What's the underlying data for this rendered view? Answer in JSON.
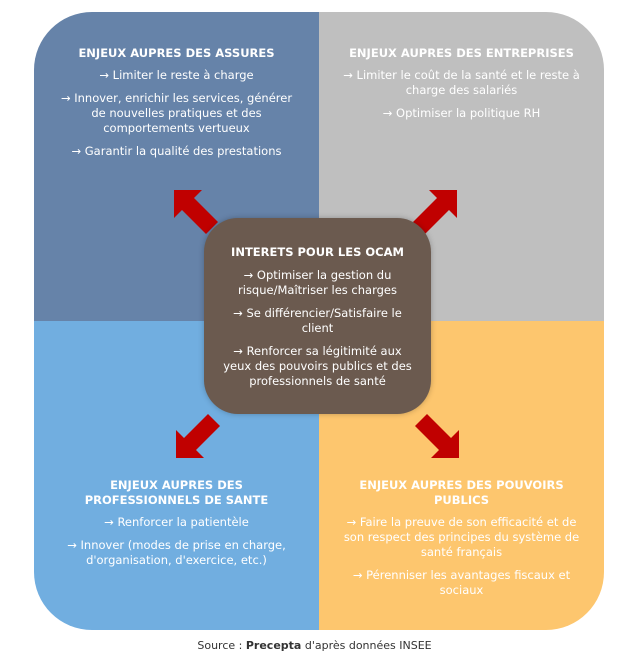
{
  "quadrants": {
    "assures": {
      "title": "ENJEUX AUPRES DES ASSURES",
      "items": [
        "→ Limiter le reste à charge",
        "→ Innover, enrichir les services, générer de nouvelles pratiques et des comportements vertueux",
        "→ Garantir la qualité des prestations"
      ]
    },
    "entreprises": {
      "title": "ENJEUX AUPRES DES ENTREPRISES",
      "items": [
        "→ Limiter le coût de la santé et le reste à charge des salariés",
        "→ Optimiser la politique RH"
      ]
    },
    "professionnels": {
      "title": "ENJEUX AUPRES DES PROFESSIONNELS DE SANTE",
      "items": [
        "→ Renforcer la patientèle",
        "→ Innover (modes de prise en charge, d'organisation, d'exercice, etc.)"
      ]
    },
    "pouvoirs_publics": {
      "title": "ENJEUX AUPRES DES POUVOIRS PUBLICS",
      "items": [
        "→ Faire la preuve de son efficacité et de son respect des principes du système de santé français",
        "→ Pérenniser les avantages fiscaux et sociaux"
      ]
    }
  },
  "center": {
    "title": "INTERETS POUR LES OCAM",
    "items": [
      "→ Optimiser la gestion du risque/Maîtriser les charges",
      "→ Se différencier/Satisfaire le client",
      "→ Renforcer sa légitimité aux yeux des pouvoirs publics et des professionnels de santé"
    ]
  },
  "colors": {
    "assures": "#6683a9",
    "entreprises": "#bfbfbf",
    "professionnels": "#71aee0",
    "pouvoirs_publics": "#fdc66e",
    "center": "#6b5a4f",
    "arrow": "#c00000"
  },
  "source": {
    "prefix": "Source : ",
    "bold": "Precepta",
    "suffix": " d'après données INSEE"
  }
}
